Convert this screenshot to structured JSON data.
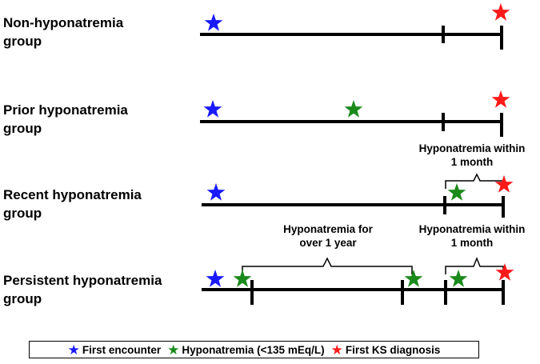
{
  "groups": [
    {
      "line1": "Non-hyponatremia",
      "line2": "group"
    },
    {
      "line1": "Prior hyponatremia",
      "line2": "group"
    },
    {
      "line1": "Recent hyponatremia",
      "line2": "group"
    },
    {
      "line1": "Persistent hyponatremia",
      "line2": "group"
    }
  ],
  "annotations": {
    "within_month_1": {
      "line1": "Hyponatremia within",
      "line2": "1 month"
    },
    "within_month_2": {
      "line1": "Hyponatremia within",
      "line2": "1 month"
    },
    "over_year": {
      "line1": "Hyponatremia for",
      "line2": "over 1 year"
    }
  },
  "legend": {
    "first_encounter": "First encounter",
    "hyponatremia": "Hyponatremia (<135 mEq/L)",
    "first_ks": "First KS diagnosis"
  },
  "colors": {
    "first_encounter": "#1a1aff",
    "hyponatremia": "#1a8a1a",
    "first_ks": "#ff1a1a",
    "line": "#000000"
  },
  "icons": {
    "first_encounter": "star-icon",
    "hyponatremia": "star-icon",
    "first_ks": "star-icon"
  }
}
